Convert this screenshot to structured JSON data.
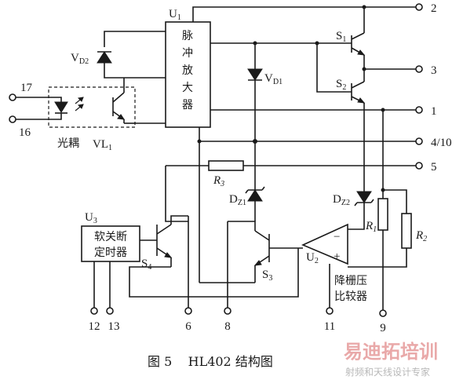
{
  "blocks": {
    "pulse_amp": [
      "脉",
      "冲",
      "放",
      "大",
      "器"
    ],
    "soft_off_timer": [
      "软关断",
      "定时器"
    ],
    "drop_gate_cmp": [
      "降栅压",
      "比较器"
    ],
    "optocoupler": "光耦"
  },
  "labels": {
    "U1": "U",
    "U1_sub": "1",
    "U2": "U",
    "U2_sub": "2",
    "U3": "U",
    "U3_sub": "3",
    "VD2": "V",
    "VD2_sub": "D2",
    "VD1": "V",
    "VD1_sub": "D1",
    "DZ1": "D",
    "DZ1_sub": "Z1",
    "DZ2": "D",
    "DZ2_sub": "Z2",
    "S1": "S",
    "S1_sub": "1",
    "S2": "S",
    "S2_sub": "2",
    "S3": "S",
    "S3_sub": "3",
    "S4": "S",
    "S4_sub": "4",
    "R1": "R",
    "R1_sub": "1",
    "R2": "R",
    "R2_sub": "2",
    "R3": "R",
    "R3_sub": "3",
    "VL1": "VL",
    "VL1_sub": "1",
    "minus": "−",
    "plus": "+"
  },
  "pins": {
    "p17": "17",
    "p16": "16",
    "p2": "2",
    "p3": "3",
    "p1": "1",
    "p4_10": "4/10",
    "p5": "5",
    "p12": "12",
    "p13": "13",
    "p6": "6",
    "p8": "8",
    "p11": "11",
    "p9": "9"
  },
  "caption": "图 5    HL402 结构图",
  "watermark": {
    "brand": "易迪拓培训",
    "slogan": "射频和天线设计专家"
  }
}
